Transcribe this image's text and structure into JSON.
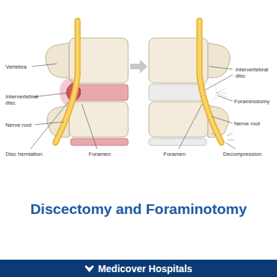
{
  "diagram": {
    "title": "Discectomy and Foraminotomy",
    "nodes": [
      {
        "text": [
          "Medicover Hospitals"
        ]
      }
    ],
    "labels": [
      "Vertebra",
      "Intervertebral disc",
      "Nerve root",
      "Disc herniation",
      "Foramen",
      "Intervertebral disc",
      "Foraminotomy",
      "Nerve root",
      "Foramen",
      "Decompression"
    ]
  }
}
